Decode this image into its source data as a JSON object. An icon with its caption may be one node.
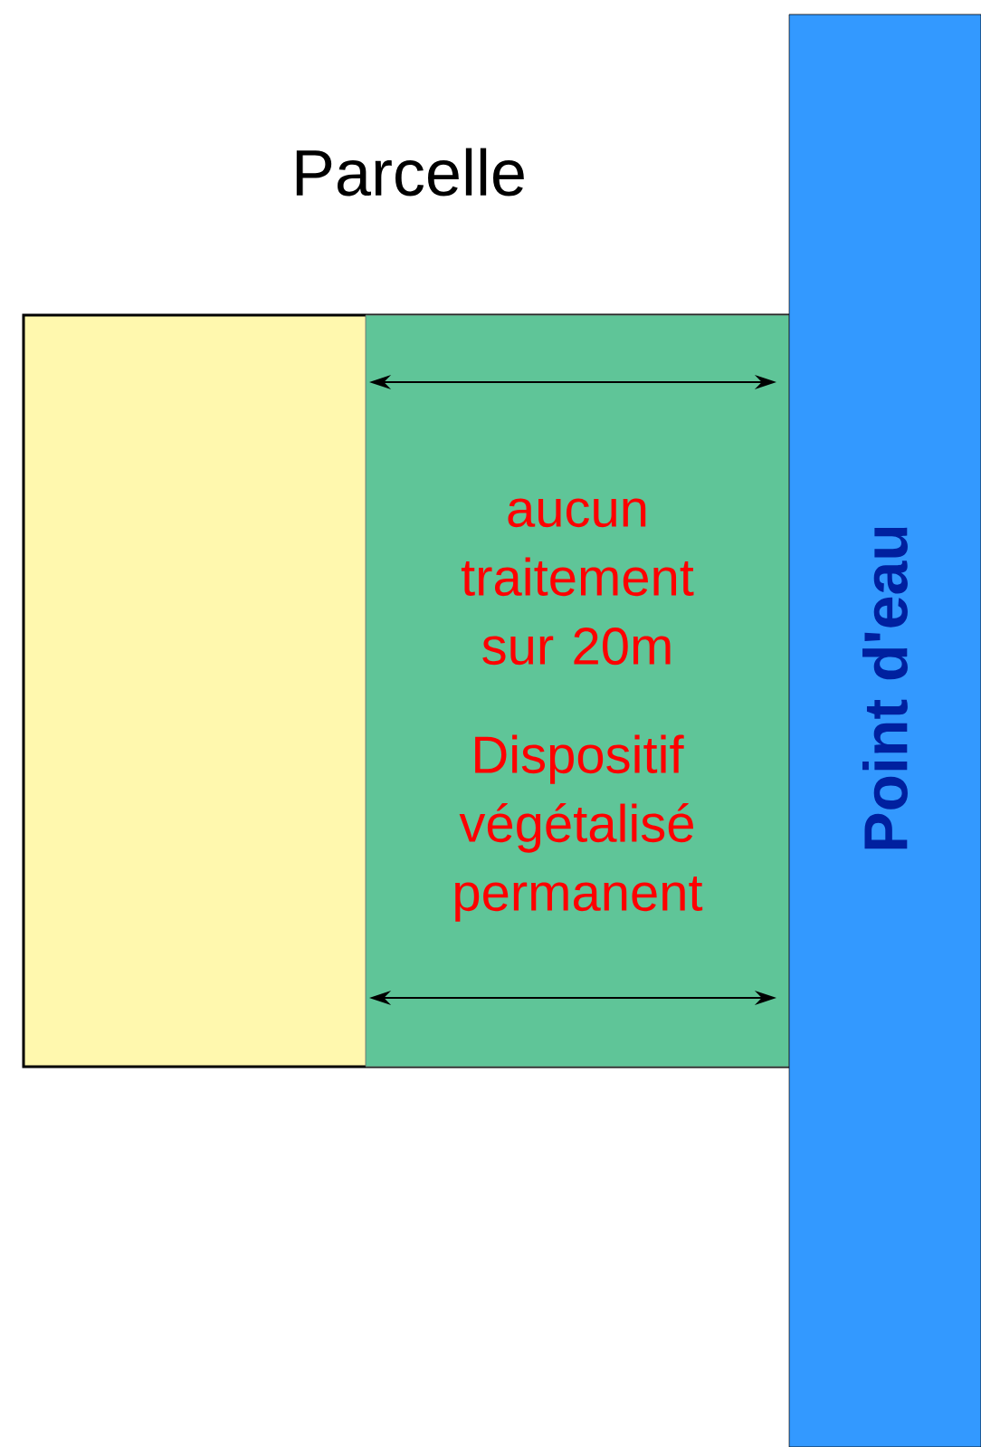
{
  "diagram": {
    "nodes": [
      {
        "text": [
          "Parcelle"
        ]
      },
      {
        "text": [
          "aucun traitement sur 20m",
          "Dispositif végétalisé permanent"
        ],
        "in": 0
      },
      {
        "text": [
          "Point d'eau"
        ]
      }
    ]
  }
}
